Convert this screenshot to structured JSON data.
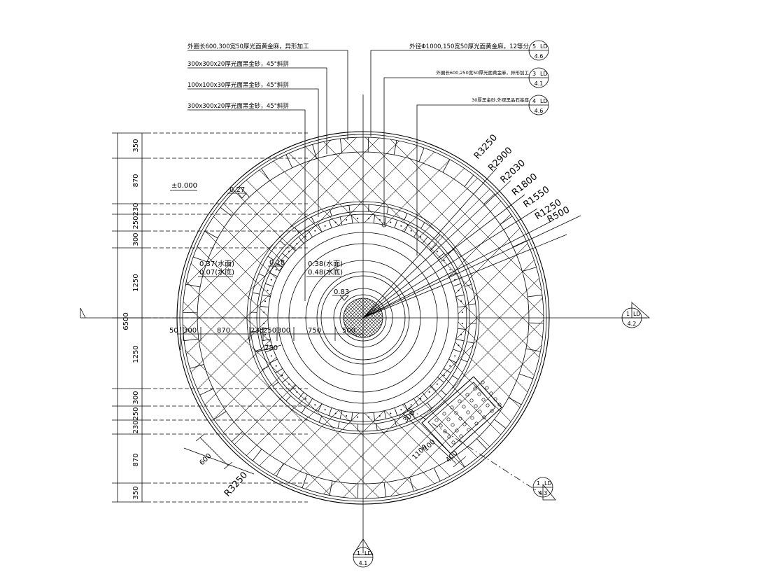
{
  "callouts_left": [
    "外圈长600,300宽50厚光面黄金麻，异形加工",
    "300x300x20厚光面黑金砂，45°斜拼",
    "100x100x30厚光面黑金砂，45°斜拼",
    "300x300x20厚光面黑金砂，45°斜拼"
  ],
  "callouts_right": [
    "外径Φ1000,150宽50厚光面黄金麻，12等分",
    "外圈长600,250宽50厚光面黄金麻，异形加工",
    "30厚黑金砂,外观黑晶石基座"
  ],
  "ref_tags": [
    {
      "num": "5",
      "code": "LD",
      "sheet": "4.6"
    },
    {
      "num": "3",
      "code": "LD",
      "sheet": "4.1"
    },
    {
      "num": "4",
      "code": "LD",
      "sheet": "4.6"
    },
    {
      "num": "1",
      "code": "LD",
      "sheet": "4.2"
    },
    {
      "num": "1",
      "code": "LD",
      "sheet": "4.3"
    },
    {
      "num": "1",
      "code": "LD",
      "sheet": "4.1"
    }
  ],
  "radii": [
    "R3250",
    "R2900",
    "R2030",
    "R1800",
    "R1550",
    "R1250",
    "R500"
  ],
  "radius_bottom": "R3250",
  "vertical_dims": [
    "350",
    "870",
    "230",
    "250",
    "300",
    "1250",
    "1250",
    "300",
    "250",
    "230",
    "870",
    "350"
  ],
  "overall_dim": "6500",
  "horizontal_dims": [
    "50",
    "300",
    "870",
    "230",
    "250",
    "300",
    "750",
    "500"
  ],
  "levels": {
    "datum": "±0.000",
    "l1": "0.27",
    "l2a": "0.37(水面)",
    "l2b": "0.07(水底)",
    "l3": "0.18",
    "l4a": "0.38(水面)",
    "l4b": "0.48(水底)",
    "l5": "0.83"
  },
  "small_dims": {
    "d250": "250",
    "d600": "600",
    "d100": "100",
    "d1100": "1100",
    "d400": "400",
    "d300": "300"
  }
}
